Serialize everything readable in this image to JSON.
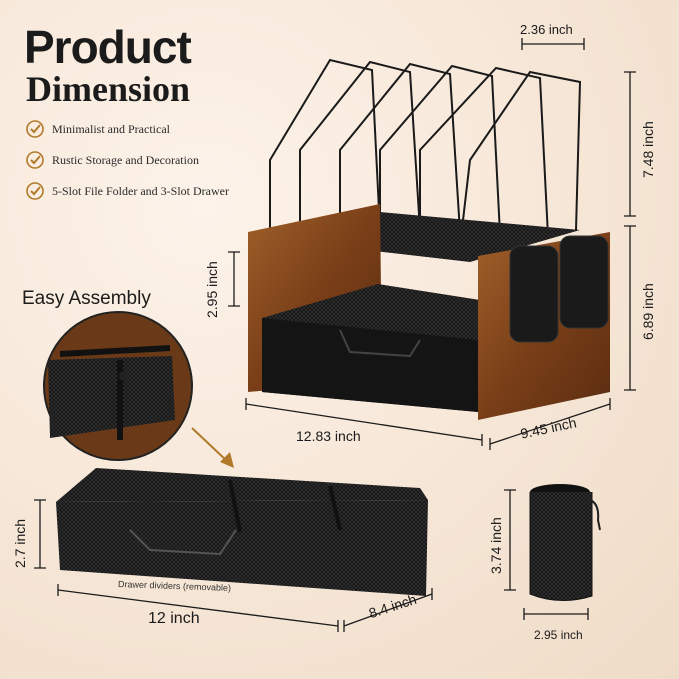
{
  "title": {
    "line1": "Product",
    "line2": "Dimension"
  },
  "features": [
    "Minimalist and Practical",
    "Rustic Storage and Decoration",
    "5-Slot File Folder and 3-Slot Drawer"
  ],
  "easy_assembly": "Easy Assembly",
  "dimensions": {
    "slot_width": "2.36 inch",
    "rack_height": "7.48 inch",
    "drawer_gap": "2.95 inch",
    "base_height": "6.89 inch",
    "length": "12.83 inch",
    "depth": "9.45 inch",
    "drawer_height": "2.7 inch",
    "drawer_length": "12 inch",
    "drawer_depth": "8.4 inch",
    "cup_height": "3.74 inch",
    "cup_width": "2.95 inch"
  },
  "drawer_note": "Drawer dividers (removable)",
  "colors": {
    "accent": "#b07a2a",
    "wood": "#8a4a1e",
    "metal": "#1e1e1e"
  }
}
